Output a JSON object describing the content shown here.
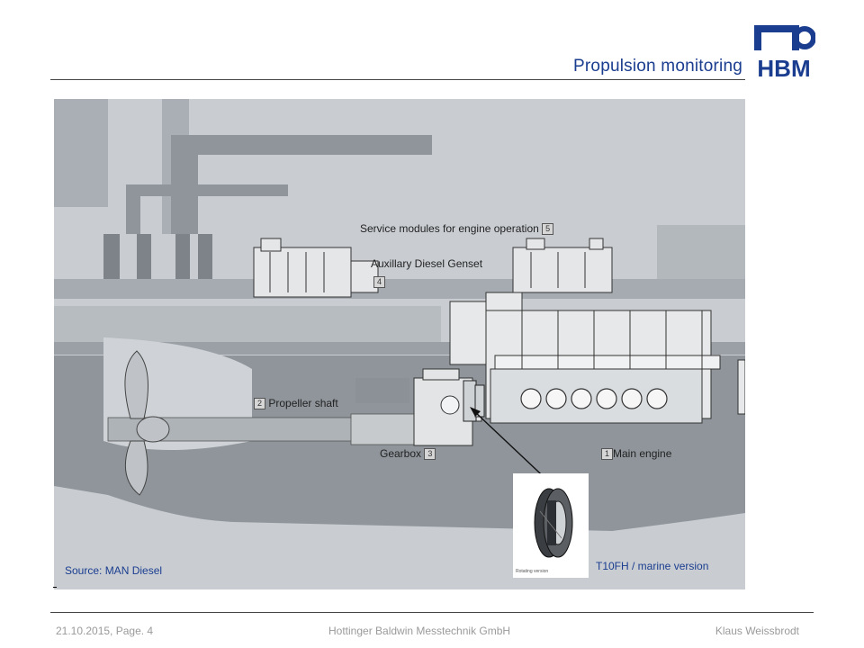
{
  "header": {
    "title": "Propulsion monitoring",
    "logo_text": "HBM"
  },
  "figure": {
    "labels": {
      "service_modules": "Service modules for engine operation",
      "service_modules_num": "5",
      "aux_genset": "Auxillary Diesel Genset",
      "aux_genset_num": "4",
      "propeller_shaft": "Propeller  shaft",
      "propeller_shaft_num": "2",
      "gearbox": "Gearbox",
      "gearbox_num": "3",
      "main_engine": "Main engine",
      "main_engine_num": "1",
      "source": "Source: MAN Diesel",
      "sensor_model": "T10FH  / marine version",
      "sensor_caption": "Rotating version"
    }
  },
  "footer": {
    "date_page": "21.10.2015, Page. 4",
    "company": "Hottinger Baldwin Messtechnik GmbH",
    "author": "Klaus Weissbrodt"
  },
  "colors": {
    "accent": "#1a3d8f",
    "figure_bg": "#c9cdd2",
    "hull": "#8f959b"
  }
}
